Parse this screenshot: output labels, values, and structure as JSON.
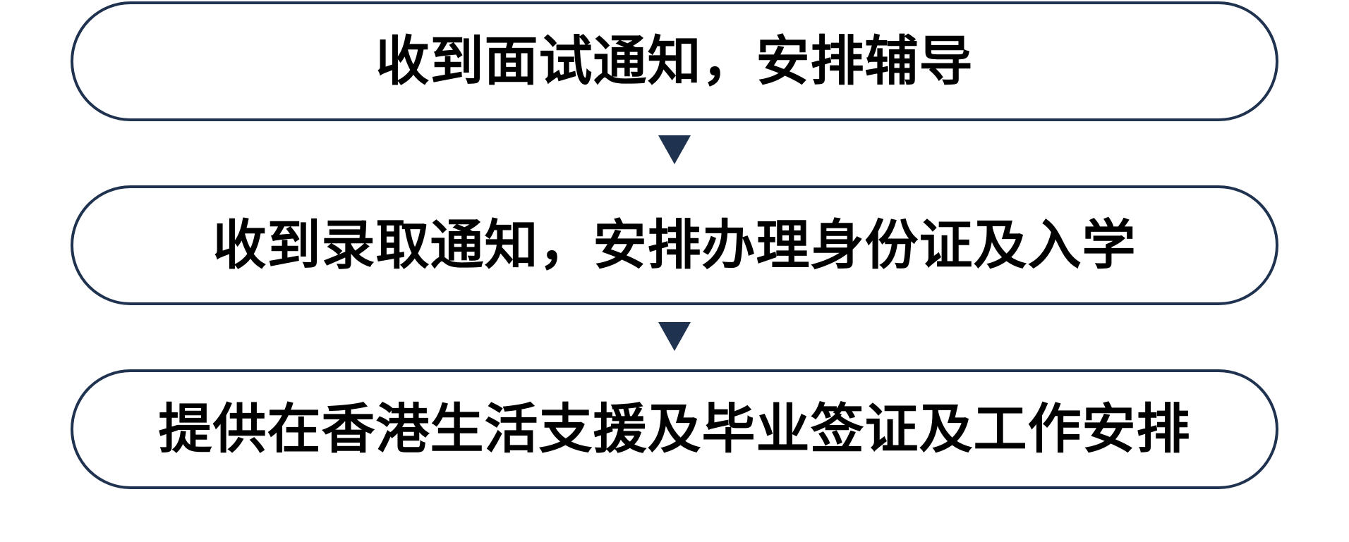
{
  "steps": [
    {
      "label": "收到面试通知，安排辅导"
    },
    {
      "label": "收到录取通知，安排办理身份证及入学"
    },
    {
      "label": "提供在香港生活支援及毕业签证及工作安排"
    }
  ],
  "arrows": [
    {
      "icon": "down-arrow-icon"
    },
    {
      "icon": "down-arrow-icon"
    }
  ],
  "colors": {
    "border": "#1f3350",
    "arrow": "#1f3350",
    "text": "#000000",
    "background": "#ffffff"
  }
}
